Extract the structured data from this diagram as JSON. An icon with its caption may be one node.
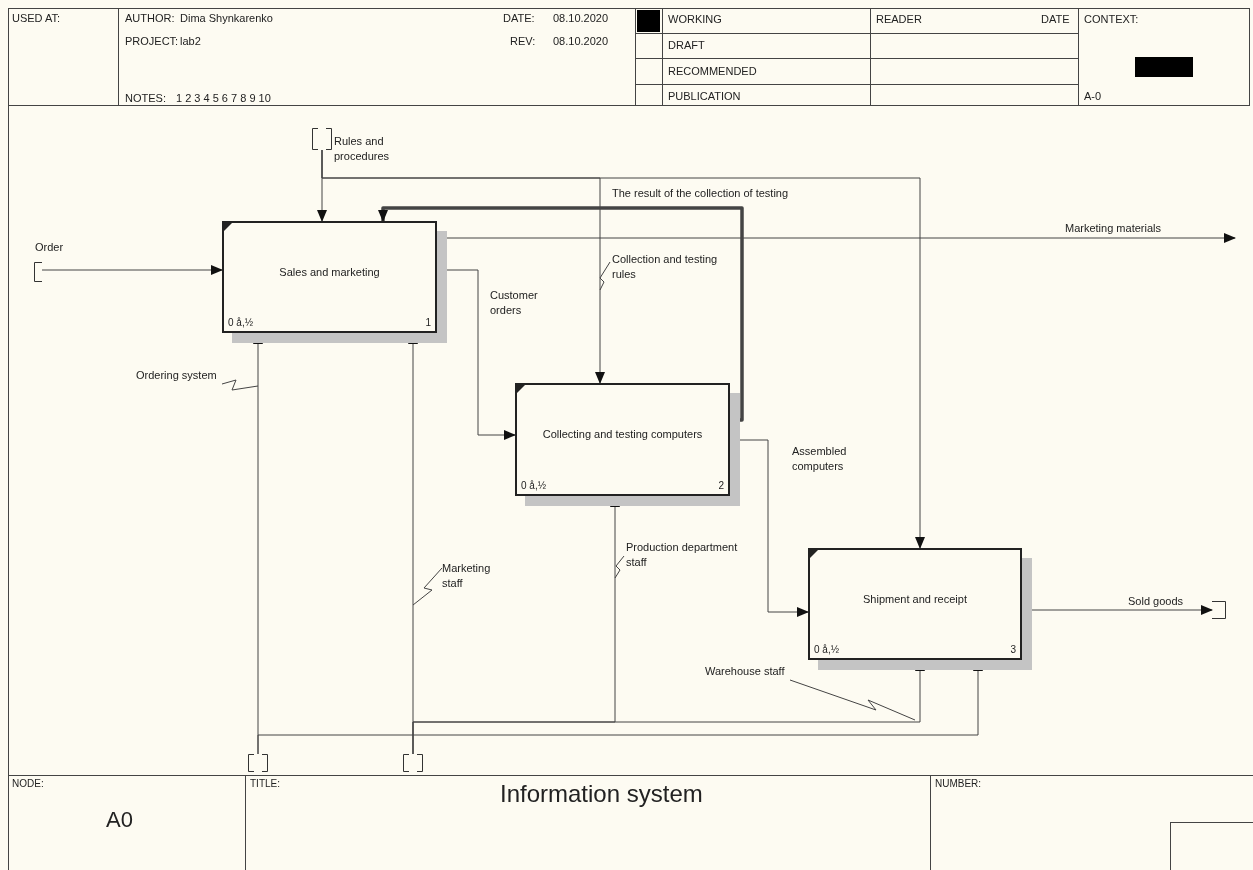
{
  "diagram": {
    "title": "Information system",
    "nodes": [
      {
        "text": [
          "Sales and marketing",
          "0 å,½",
          "1"
        ]
      },
      {
        "text": [
          "Collecting and testing computers",
          "0 å,½",
          "2"
        ]
      },
      {
        "text": [
          "Shipment and receipt",
          "0 å,½",
          "3"
        ]
      },
      {
        "text": [],
        "shape": "bracket"
      },
      {
        "text": [],
        "shape": "bracket"
      },
      {
        "text": [],
        "shape": "bracket"
      },
      {
        "text": [],
        "shape": "bracket"
      },
      {
        "text": [],
        "shape": "bracket"
      }
    ],
    "edges": [
      {
        "from": 4,
        "to": 0,
        "arrow": "to",
        "label": "Order"
      },
      {
        "from": 3,
        "to": 0,
        "arrow": "to",
        "label": "Rules and procedures"
      },
      {
        "from": 3,
        "to": 1,
        "arrow": "to",
        "label": "Collection and testing rules"
      },
      {
        "from": 3,
        "to": 2,
        "arrow": "to"
      },
      {
        "from": 0,
        "to": null,
        "arrow": "to",
        "label": "Marketing materials"
      },
      {
        "from": 0,
        "to": 1,
        "arrow": "to",
        "label": "Customer orders"
      },
      {
        "from": 1,
        "to": 0,
        "arrow": "to",
        "style": "thick",
        "label": "The result of the collection of testing"
      },
      {
        "from": 1,
        "to": 2,
        "arrow": "to",
        "label": "Assembled computers"
      },
      {
        "from": 2,
        "to": 5,
        "arrow": "to",
        "label": "Sold goods"
      },
      {
        "from": 6,
        "to": 0,
        "arrow": "to",
        "label": "Ordering system"
      },
      {
        "from": 6,
        "to": 2,
        "arrow": "to"
      },
      {
        "from": 7,
        "to": 0,
        "arrow": "to",
        "label": "Marketing staff"
      },
      {
        "from": 7,
        "to": 1,
        "arrow": "to",
        "label": "Production department staff"
      },
      {
        "from": 7,
        "to": 2,
        "arrow": "to",
        "label": "Warehouse staff"
      }
    ],
    "labels": [
      "USED AT:",
      "AUTHOR:",
      "Dima Shynkarenko",
      "DATE:",
      "08.10.2020",
      "PROJECT:",
      "lab2",
      "REV:",
      "08.10.2020",
      "NOTES:",
      "1 2 3 4 5 6 7 8 9 10",
      "WORKING",
      "DRAFT",
      "RECOMMENDED",
      "PUBLICATION",
      "READER",
      "DATE",
      "CONTEXT:",
      "A-0",
      "NODE:",
      "A0",
      "TITLE:",
      "NUMBER:"
    ]
  }
}
